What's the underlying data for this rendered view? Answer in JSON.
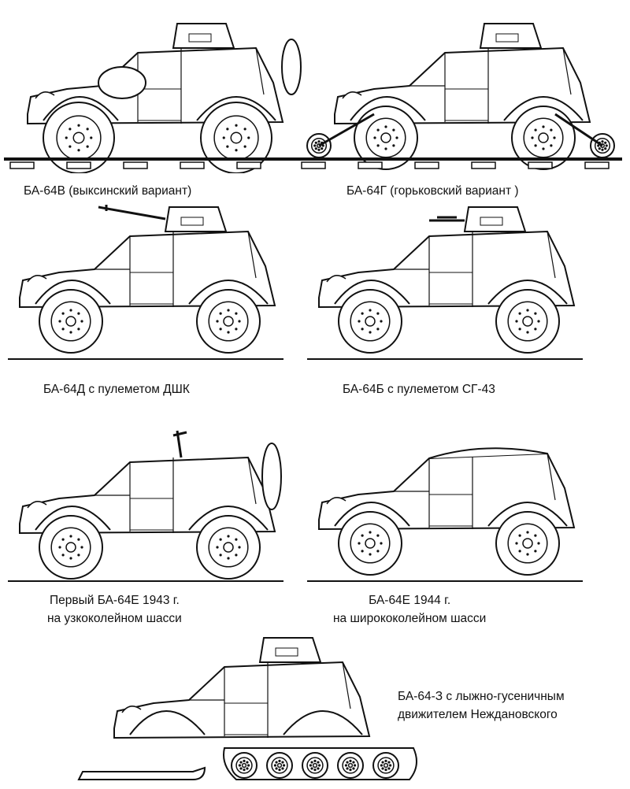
{
  "figures": [
    {
      "id": "ba64v",
      "caption": [
        "БА-64В (выксинский вариант)"
      ],
      "variant": "rail-wide"
    },
    {
      "id": "ba64g",
      "caption": [
        "БА-64Г (горьковский вариант )"
      ],
      "variant": "rail-bogie"
    },
    {
      "id": "ba64d",
      "caption": [
        "БА-64Д с пулеметом ДШК"
      ],
      "variant": "dshk"
    },
    {
      "id": "ba64b",
      "caption": [
        "БА-64Б с пулеметом СГ-43"
      ],
      "variant": "sg43"
    },
    {
      "id": "ba64e1943",
      "caption": [
        "Первый БА-64Е 1943 г.",
        "на узкоколейном шасси"
      ],
      "variant": "open-spare"
    },
    {
      "id": "ba64e1944",
      "caption": [
        "БА-64Е 1944 г.",
        "на ширококолейном шасси"
      ],
      "variant": "open-canvas"
    },
    {
      "id": "ba64z",
      "caption": [
        "БА-64-З с лыжно-гусеничным",
        "движителем Неждановского"
      ],
      "variant": "ski-track"
    }
  ]
}
